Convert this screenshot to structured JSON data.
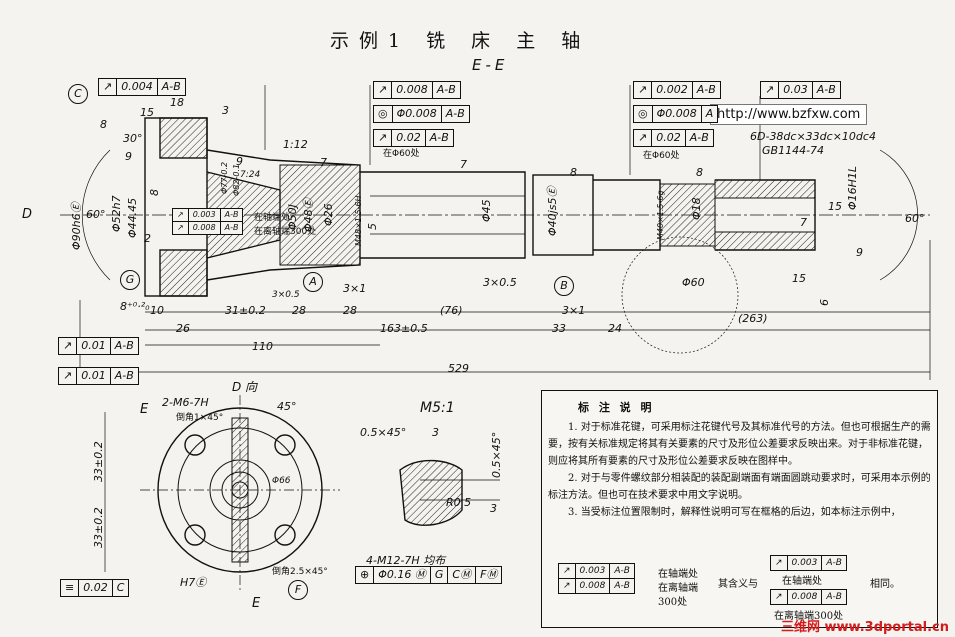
{
  "title": "示例1 铣 床 主 轴",
  "section_label": "E-E",
  "url_badge": "http://www.bzfxw.com",
  "watermark": "三维网 www.3dportal.cn",
  "tolerance_frames": [
    {
      "id": "runout-top-left",
      "symbol": "↗",
      "value": "0.004",
      "datum": "A-B"
    },
    {
      "id": "runout-1",
      "symbol": "↗",
      "value": "0.008",
      "datum": "A-B"
    },
    {
      "id": "coax-1",
      "symbol": "◎",
      "value": "Φ0.008",
      "datum": "A-B"
    },
    {
      "id": "runout-2",
      "symbol": "↗",
      "value": "0.02",
      "datum": "A-B"
    },
    {
      "id": "runout-3",
      "symbol": "↗",
      "value": "0.002",
      "datum": "A-B"
    },
    {
      "id": "runout-4",
      "symbol": "↗",
      "value": "0.03",
      "datum": "A-B"
    },
    {
      "id": "coax-2",
      "symbol": "◎",
      "value": "Φ0.008",
      "datum": "A"
    },
    {
      "id": "runout-5",
      "symbol": "↗",
      "value": "0.02",
      "datum": "A-B"
    },
    {
      "id": "runout-bl-1",
      "symbol": "↗",
      "value": "0.01",
      "datum": "A-B"
    },
    {
      "id": "runout-bl-2",
      "symbol": "↗",
      "value": "0.01",
      "datum": "A-B"
    },
    {
      "id": "sym-1",
      "symbol": "≡",
      "value": "0.02",
      "datum": "C"
    }
  ],
  "stacked_frame": {
    "symbol": "↗",
    "rows": [
      {
        "value": "0.003",
        "datum": "A-B"
      },
      {
        "value": "0.008",
        "datum": "A-B"
      }
    ]
  },
  "position_frame": {
    "symbol": "⊕",
    "value": "Φ0.16 Ⓜ",
    "datums": [
      "G",
      "CⓂ",
      "FⓂ"
    ]
  },
  "dimensions": {
    "d18": "18",
    "d15": "15",
    "d3": "3",
    "d30": "30°",
    "d9a": "9",
    "d8a": "8",
    "d112": "1:12",
    "d7a": "7",
    "zai60_1": "在Φ60处",
    "zai60_2": "在Φ60处",
    "d90": "Φ90h6Ⓔ",
    "d60": "60°",
    "d527": "Φ52h7",
    "d4445": "Φ44.45",
    "d2": "2",
    "d8b": "8",
    "d7724": "Φ77-0.2",
    "d8242": "Φ82-0.1",
    "t724": "7:24",
    "d50": "Φ50J",
    "d48": "Φ48Ⓔ",
    "d26": "Φ26",
    "m48": "M48×1.5-6H",
    "d45": "Φ45",
    "d40": "Φ40js5Ⓔ",
    "m40": "M40×1.5-6g",
    "d18b": "Φ18",
    "d16": "Φ16H1L",
    "d15b": "15",
    "d60b": "60°",
    "d6": "6",
    "spline1": "6D-38dc×33dc×10dc4",
    "spline2": "GB1144-74",
    "d3x05a": "3×0.5",
    "d3x05b": "3×0.5",
    "d3x1a": "3×1",
    "d3x1b": "3×1",
    "d8_0": "8⁺⁰·²₀",
    "d10": "10",
    "d31": "31±0.2",
    "d28a": "28",
    "d28b": "28",
    "d76": "(76)",
    "d26b": "26",
    "d163": "163±0.5",
    "d33": "33",
    "d24": "24",
    "d263": "(263)",
    "d60c": "Φ60",
    "d15c": "15",
    "d110": "110",
    "d529": "529",
    "view_d": "D 向",
    "m5_1": "M5:1",
    "m6": "2-M6-7H",
    "chamfer1": "倒角1×45°",
    "d45deg": "45°",
    "d66": "Φ66",
    "d330a": "33±0.2",
    "d330b": "33±0.2",
    "m12": "4-M12-7H 均布",
    "chamfer2": "倒角2.5×45°",
    "h7": "H7Ⓔ",
    "d05x45": "0.5×45°",
    "d3d": "3",
    "d05x45b": "0.5×45°",
    "r05": "R0.5",
    "d3e": "3",
    "e_lbl1": "E",
    "e_lbl2": "E",
    "mod_note": "在轴端处",
    "mod_note2": "在离轴端300处",
    "d5": "5",
    "d7b": "7",
    "d8c": "8",
    "d9b": "9",
    "d9c": "9",
    "d7c": "7",
    "d8d": "8"
  },
  "datum_labels": {
    "c": "C",
    "g": "G",
    "a": "A",
    "b": "B",
    "f": "F",
    "d": "D"
  },
  "notes": {
    "heading": "标 注 说 明",
    "p1": "1. 对于标准花键，可采用标注花键代号及其标准代号的方法。但也可根据生产的需要，按有关标准规定将其有关要素的尺寸及形位公差要求反映出来。对于非标准花键，则应将其所有要素的尺寸及形位公差要求反映在图样中。",
    "p2": "2. 对于与零件螺纹部分相装配的装配副端面有端面圆跳动要求时，可采用本示例的标注方法。但也可在技术要求中用文字说明。",
    "p3": "3. 当受标注位置限制时，解释性说明可写在框格的后边，如本标注示例中，",
    "ex_left_1": "在轴端处",
    "ex_left_2": "在离轴端",
    "ex_left_3": "300处",
    "ex_mid": "其含义与",
    "ex_right_top": "在轴端处",
    "ex_right_bot": "在离轴端300处",
    "ex_same": "相同。"
  }
}
